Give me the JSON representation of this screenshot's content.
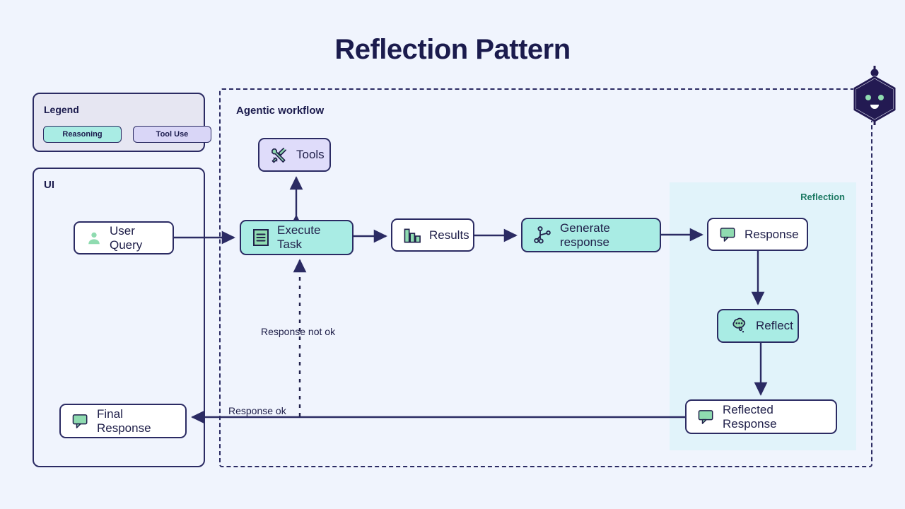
{
  "title": "Reflection Pattern",
  "colors": {
    "background": "#f0f4fd",
    "ink": "#20204a",
    "stroke": "#2b2b63",
    "reasoning": "#a9ece4",
    "tool_use": "#dfdcfa",
    "reflection_region": "#e1f3fa",
    "reflection_label": "#1d7a64",
    "icon_green": "#8fdbb0"
  },
  "legend": {
    "title": "Legend",
    "items": [
      {
        "label": "Reasoning",
        "color": "#a9ece4"
      },
      {
        "label": "Tool Use",
        "color": "#dfdcfa"
      }
    ]
  },
  "ui_panel": {
    "title": "UI",
    "nodes": [
      {
        "label": "User Query",
        "icon": "person-icon",
        "style": "white"
      },
      {
        "label": "Final Response",
        "icon": "speech-bubble-icon",
        "style": "white"
      }
    ]
  },
  "workflow": {
    "title": "Agentic workflow",
    "nodes": [
      {
        "label": "Tools",
        "icon": "tools-icon",
        "style": "tool_use"
      },
      {
        "label": "Execute Task",
        "icon": "document-list-icon",
        "style": "reasoning"
      },
      {
        "label": "Results",
        "icon": "bar-chart-icon",
        "style": "white"
      },
      {
        "label": "Generate response",
        "icon": "network-graph-icon",
        "style": "reasoning"
      }
    ]
  },
  "reflection": {
    "label": "Reflection",
    "nodes": [
      {
        "label": "Response",
        "icon": "speech-bubble-icon",
        "style": "white"
      },
      {
        "label": "Reflect",
        "icon": "thought-bubble-icon",
        "style": "reasoning"
      },
      {
        "label": "Reflected Response",
        "icon": "speech-bubble-icon",
        "style": "white"
      }
    ]
  },
  "edges": {
    "response_not_ok": "Response not ok",
    "response_ok": "Response ok"
  },
  "badge": {
    "icon": "robot-head-icon"
  }
}
